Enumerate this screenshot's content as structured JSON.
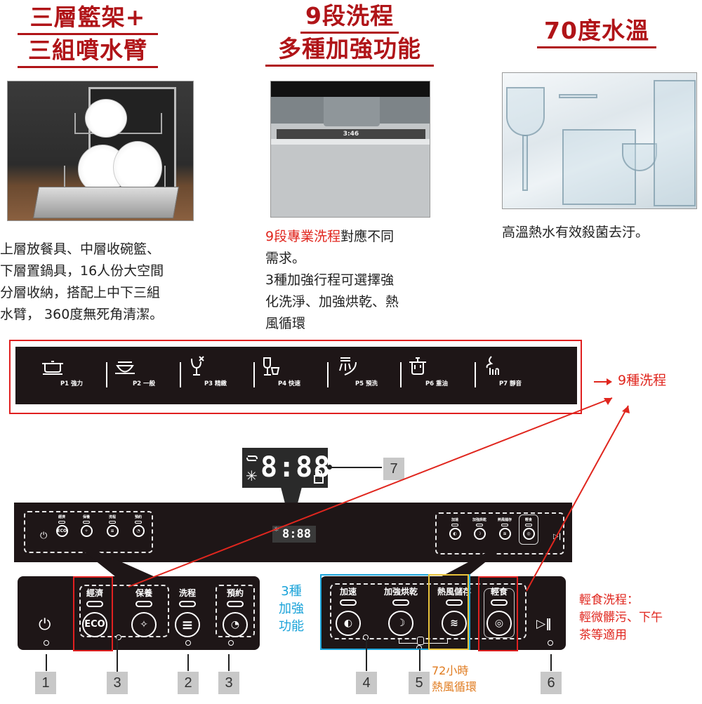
{
  "features": [
    {
      "title_lines": [
        "三層籃架+",
        "三組噴水臂"
      ],
      "image": "dishwasher-open-racks-photo",
      "description_lines": [
        "上層放餐具、中層收碗籃、",
        "下層置鍋具，16人份大空間",
        "分層收納，搭配上中下三組",
        "水臂， 360度無死角清潔。"
      ]
    },
    {
      "title_lines": [
        "9段洗程",
        "多種加強功能"
      ],
      "image": "dishwasher-control-panel-photo",
      "image_display_time": "3:46",
      "description_highlight": "9段專業洗程",
      "description_lines": [
        "對應不同",
        "需求。",
        "3種加強行程可選擇強",
        "化洗淨、加強烘乾、熱",
        "風循環"
      ]
    },
    {
      "title_lines": [
        "70度水溫"
      ],
      "image": "glasses-hot-water-photo",
      "description_lines": [
        "高溫熱水有效殺菌去汙。"
      ]
    }
  ],
  "programs": [
    {
      "label": "P1 強力",
      "icon": "pot-icon"
    },
    {
      "label": "P2 一般",
      "icon": "bowl-icon"
    },
    {
      "label": "P3 精緻",
      "icon": "wine-glass-sparkle-icon"
    },
    {
      "label": "P4 快速",
      "icon": "glass-cup-icon"
    },
    {
      "label": "P5 預洗",
      "icon": "spray-rinse-icon"
    },
    {
      "label": "P6 重油",
      "icon": "greasy-pot-icon"
    },
    {
      "label": "P7 靜音",
      "icon": "quiet-hand-icon"
    }
  ],
  "programs_note": "9種洗程",
  "display": {
    "digits": "8:88",
    "callout_number": "7",
    "icons": [
      "cycle-icon",
      "dry-sun-icon",
      "lock-icon"
    ]
  },
  "overview_panel": {
    "left_group": [
      {
        "label": "經濟",
        "icon": "ECO"
      },
      {
        "label": "保養",
        "icon": "care-sparkle-icon"
      },
      {
        "label": "洗程",
        "icon": "menu-lines-icon"
      },
      {
        "label": "預約",
        "icon": "clock-icon"
      }
    ],
    "right_group": [
      {
        "label": "加速",
        "icon": "speed-icon"
      },
      {
        "label": "加強烘乾",
        "icon": "extra-dry-icon"
      },
      {
        "label": "熱風儲存",
        "icon": "hot-air-icon"
      },
      {
        "label": "輕食",
        "icon": "light-meal-icon"
      }
    ],
    "mini_display": "8:88"
  },
  "left_panel": {
    "power_icon": "power-icon",
    "buttons": [
      {
        "label": "經濟",
        "icon_text": "ECO"
      },
      {
        "label": "保養",
        "icon_text": ""
      },
      {
        "label": "洗程",
        "icon_text": ""
      },
      {
        "label": "預約",
        "icon_text": ""
      }
    ]
  },
  "enhance_note_lines": [
    "3種",
    "加強",
    "功能"
  ],
  "right_panel": {
    "buttons": [
      {
        "label": "加速"
      },
      {
        "label": "加強烘乾"
      },
      {
        "label": "熱風儲存"
      },
      {
        "label": "輕食"
      }
    ],
    "start_icon": "play-pause-icon"
  },
  "light_meal_note_lines": [
    "輕食洗程：",
    "輕微髒污、下午",
    "茶等適用"
  ],
  "hot_air_note_lines": [
    "72小時",
    "熱風循環"
  ],
  "callouts": [
    "1",
    "3",
    "2",
    "3",
    "4",
    "5",
    "6"
  ],
  "colors": {
    "heading_red": "#b01418",
    "accent_red": "#e0261e",
    "blue": "#1aa3d9",
    "yellow": "#e8c23a",
    "orange": "#e07b1f",
    "panel_black": "#1e1617"
  }
}
